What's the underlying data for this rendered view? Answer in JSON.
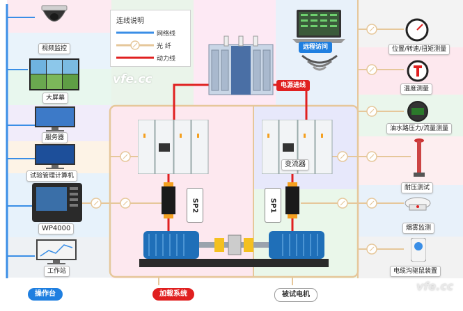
{
  "legend": {
    "title": "连线说明",
    "network": "网络线",
    "fiber": "光  纤",
    "power": "动力线",
    "colors": {
      "network": "#3a8ee6",
      "fiber": "#e6c79a",
      "power": "#e02020"
    }
  },
  "watermark": "vfe.cc",
  "left_devices": [
    {
      "label": "视频监控",
      "icon": "dome-camera-icon"
    },
    {
      "label": "大屏幕",
      "icon": "video-wall-icon"
    },
    {
      "label": "服务器",
      "icon": "server-monitor-icon"
    },
    {
      "label": "试验管理计算机",
      "icon": "computer-monitor-icon"
    },
    {
      "label": "WP4000",
      "icon": "power-analyzer-icon"
    },
    {
      "label": "工作站",
      "icon": "workstation-icon"
    }
  ],
  "right_devices": [
    {
      "label": "位置/转速/扭矩测量",
      "icon": "gauge-icon"
    },
    {
      "label": "温度测量",
      "icon": "thermometer-icon"
    },
    {
      "label": "油水路压力/流量测量",
      "icon": "flow-meter-icon"
    },
    {
      "label": "耐压测试",
      "icon": "hipot-tester-icon"
    },
    {
      "label": "烟雾监测",
      "icon": "smoke-detector-icon"
    },
    {
      "label": "电缆沟驱鼠装置",
      "icon": "rodent-repeller-icon"
    }
  ],
  "remote": "远程访问",
  "power_in": "电源进线",
  "converter": "变流器",
  "sp2": "SP2",
  "sp1": "SP1",
  "bottom": {
    "console": "操作台",
    "load_system": "加载系统",
    "motor_under_test": "被试电机"
  },
  "colors": {
    "console_pill": "#1f7fe0",
    "load_pill": "#e02020",
    "mut_pill_border": "#999999"
  }
}
